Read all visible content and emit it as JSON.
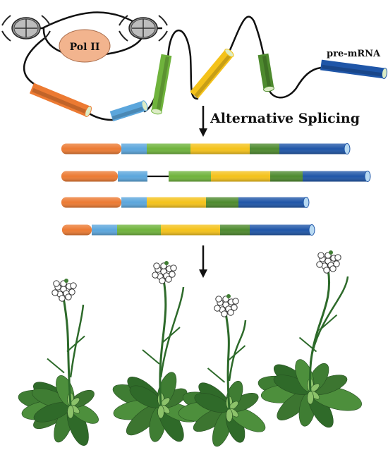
{
  "labels": {
    "pol": "Pol II",
    "pre_mrna": "pre-mRNA",
    "process": "Alternative Splicing"
  },
  "colors": {
    "exon1": "#ec7a32",
    "exon2": "#5ba6dc",
    "exon3": "#6fb33c",
    "exon4": "#f4c21a",
    "exon5": "#4e8a2e",
    "exon6": "#1f56a8",
    "pol": "#f2b48e",
    "leaf": "#3f7d33",
    "stem": "#2d6a2a",
    "nucleosome": "#8f8f8f"
  },
  "isoforms": [
    {
      "segments": [
        [
          "exon1",
          85
        ],
        [
          "exon2",
          36
        ],
        [
          "exon3",
          62
        ],
        [
          "exon4",
          84
        ],
        [
          "exon5",
          42
        ],
        [
          "exon6",
          96
        ]
      ]
    },
    {
      "segments": [
        [
          "exon1",
          80
        ],
        [
          "exon2",
          42
        ],
        [
          "gap",
          30
        ],
        [
          "exon3",
          60
        ],
        [
          "exon4",
          84
        ],
        [
          "exon5",
          46
        ],
        [
          "exon6",
          92
        ]
      ]
    },
    {
      "segments": [
        [
          "exon1",
          85
        ],
        [
          "exon2",
          36
        ],
        [
          "exon4",
          84
        ],
        [
          "exon5",
          46
        ],
        [
          "exon6",
          96
        ]
      ]
    },
    {
      "segments": [
        [
          "exon1",
          42
        ],
        [
          "exon2",
          36
        ],
        [
          "exon3",
          62
        ],
        [
          "exon4",
          84
        ],
        [
          "exon5",
          42
        ],
        [
          "exon6",
          88
        ]
      ]
    }
  ]
}
